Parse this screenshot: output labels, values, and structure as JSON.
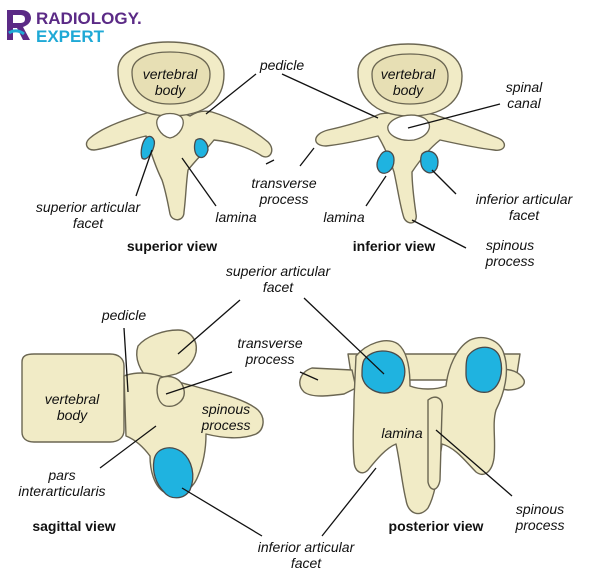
{
  "brand": {
    "line1": "RADIOLOGY.",
    "line2": "EXPERT",
    "color_primary": "#5b2a86",
    "color_accent": "#1fa9d6"
  },
  "colors": {
    "bone": "#f1ebc6",
    "facet": "#1fb3e0",
    "outline": "#6b6652"
  },
  "superior": {
    "title": "superior view",
    "body_l1": "vertebral",
    "body_l2": "body",
    "facet_l1": "superior articular",
    "facet_l2": "facet",
    "lamina": "lamina"
  },
  "shared": {
    "pedicle": "pedicle",
    "transverse_l1": "transverse",
    "transverse_l2": "process"
  },
  "inferior": {
    "title": "inferior view",
    "body_l1": "vertebral",
    "body_l2": "body",
    "canal_l1": "spinal",
    "canal_l2": "canal",
    "lamina": "lamina",
    "facet_l1": "inferior articular",
    "facet_l2": "facet",
    "spinous_l1": "spinous",
    "spinous_l2": "process"
  },
  "shared_bottom": {
    "sup_facet_l1": "superior articular",
    "sup_facet_l2": "facet",
    "inf_facet_l1": "inferior articular",
    "inf_facet_l2": "facet"
  },
  "sagittal": {
    "title": "sagittal view",
    "pedicle": "pedicle",
    "transverse_l1": "transverse",
    "transverse_l2": "process",
    "body_l1": "vertebral",
    "body_l2": "body",
    "spinous_l1": "spinous",
    "spinous_l2": "process",
    "pars_l1": "pars",
    "pars_l2": "interarticularis"
  },
  "posterior": {
    "title": "posterior view",
    "lamina": "lamina",
    "spinous_l1": "spinous",
    "spinous_l2": "process"
  }
}
